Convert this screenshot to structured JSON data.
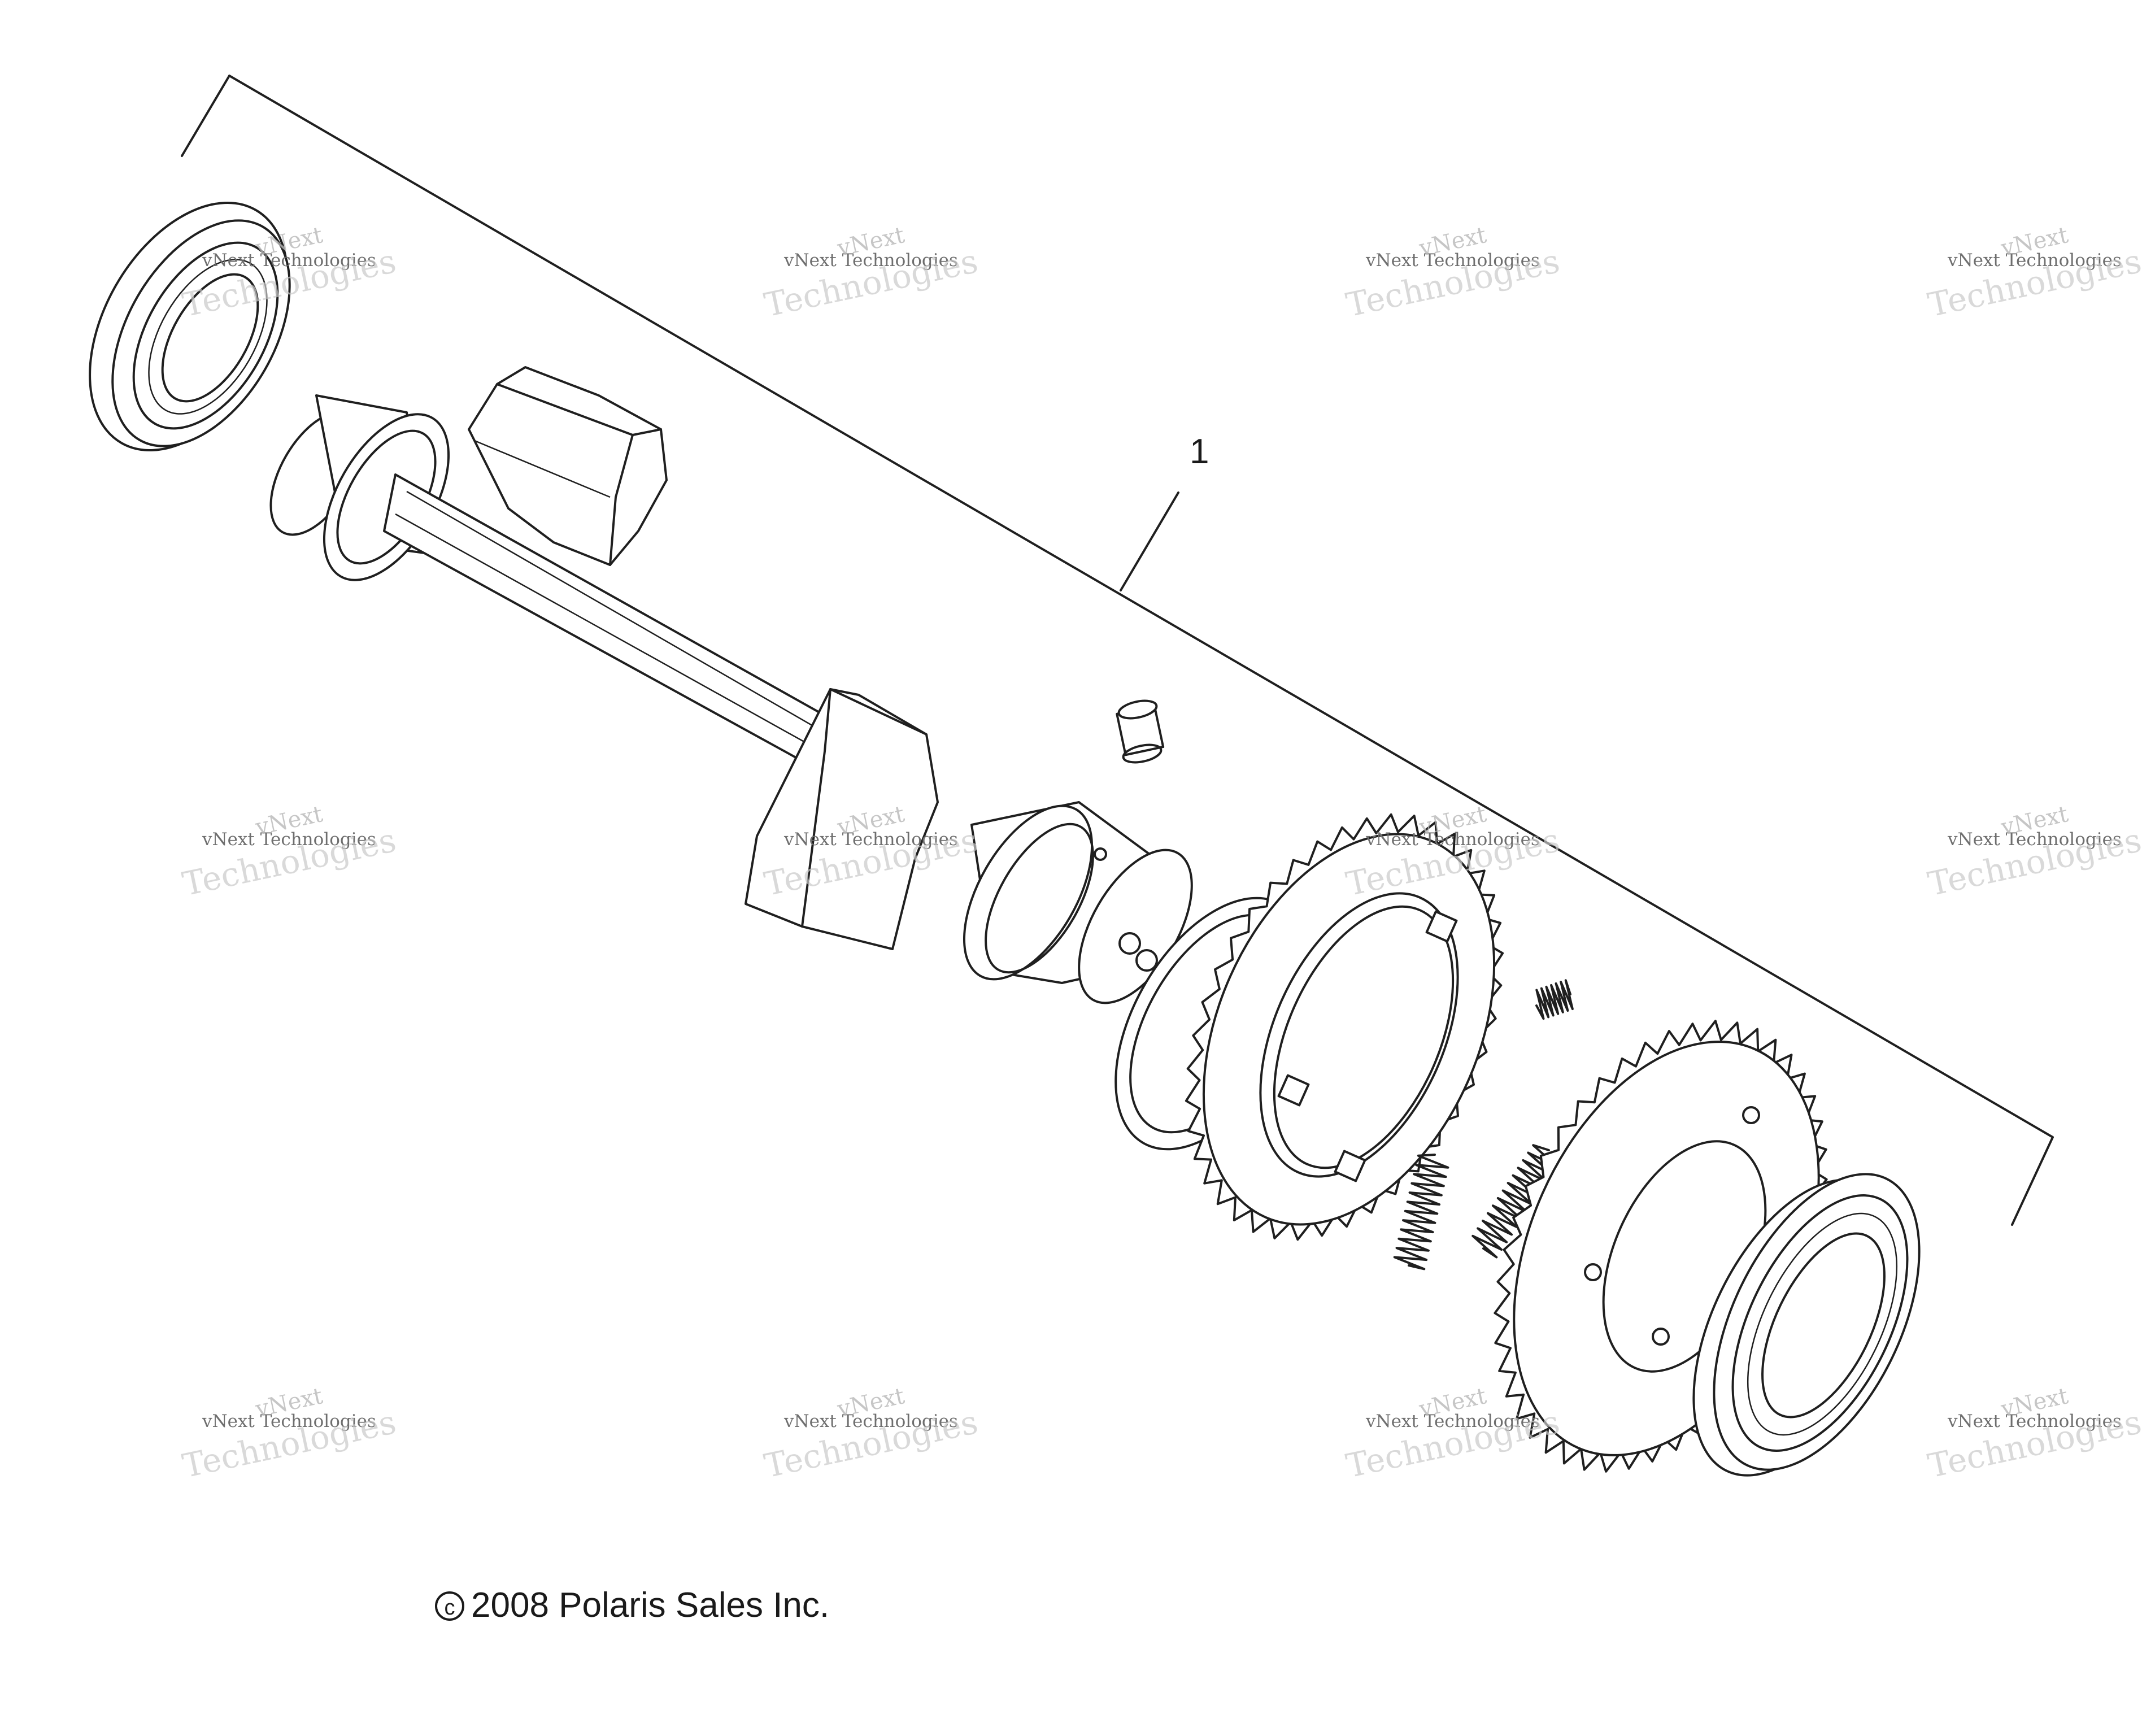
{
  "diagram": {
    "callouts": [
      {
        "number": "1"
      }
    ],
    "copyright": {
      "symbol": "c",
      "text": "2008 Polaris Sales Inc."
    },
    "watermark": {
      "line1": "vNext",
      "line2": "vNext Technologies",
      "line3": "Technologies"
    }
  }
}
